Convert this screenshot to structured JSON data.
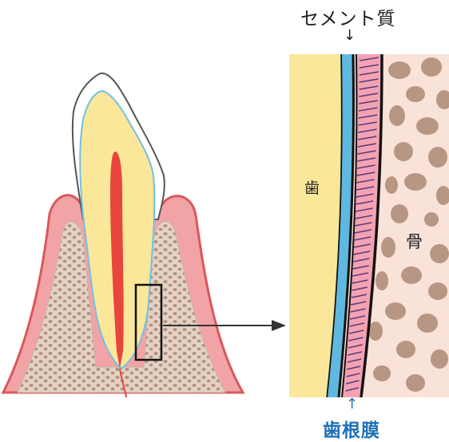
{
  "labels": {
    "cementum": "セメント質",
    "tooth": "歯",
    "bone": "骨",
    "periodontal_ligament": "歯根膜",
    "arrow_down": "↓",
    "arrow_up": "↑"
  },
  "colors": {
    "dentin": "#fbe79a",
    "enamel": "#ffffff",
    "pulp": "#e8453c",
    "gum": "#f2a3a5",
    "gum_edge": "#d9585b",
    "bone_bg": "#f9e2d8",
    "bone_spot": "#b79683",
    "ligament": "#f3a2b3",
    "ligament_fiber": "#5a3b7a",
    "cementum": "#5fb8e0",
    "label_blue": "#1e6fb8"
  }
}
